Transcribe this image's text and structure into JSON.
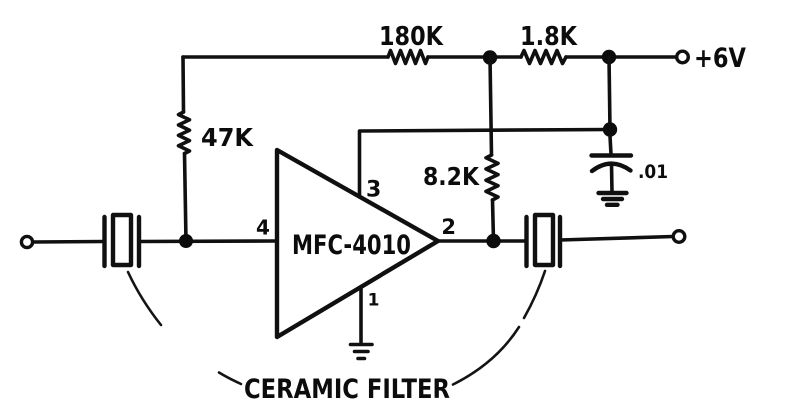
{
  "diagram": {
    "type": "circuit-schematic",
    "description": "Ceramic filter amplifier stage built around an MFC-4010 IC",
    "ink_color": "#101010",
    "background_color": "#ffffff",
    "ic": {
      "name": "MFC-4010",
      "pin_input": "4",
      "pin_output": "2",
      "pin_top": "3",
      "pin_ground": "1"
    },
    "components": {
      "r_feedback": "180K",
      "r_supply": "1.8K",
      "r_input": "47K",
      "r_load": "8.2K",
      "bypass_capacitor": ".01",
      "supply": "+6V",
      "filters_caption": "CERAMIC FILTER"
    }
  }
}
